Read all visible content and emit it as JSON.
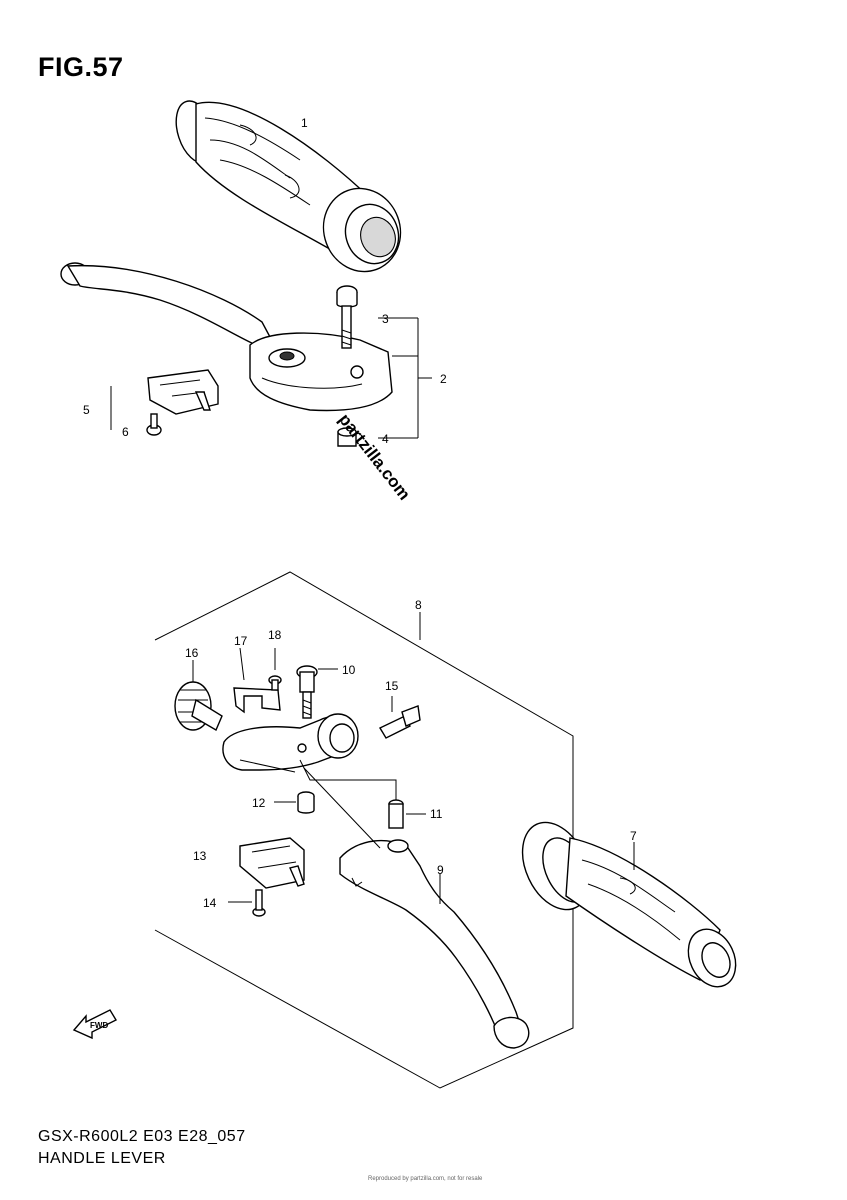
{
  "figure_title": "FIG.57",
  "footer": {
    "code": "GSX-R600L2 E03 E28_057",
    "name": "HANDLE LEVER",
    "fine_print": "Reproduced by partzilla.com, not for resale"
  },
  "watermark": "partzilla.com",
  "fwd_label": "FWD",
  "callouts": {
    "c1": "1",
    "c2": "2",
    "c3": "3",
    "c4": "4",
    "c5": "5",
    "c6": "6",
    "c7": "7",
    "c8": "8",
    "c9": "9",
    "c10": "10",
    "c11": "11",
    "c12": "12",
    "c13": "13",
    "c14": "14",
    "c15": "15",
    "c16": "16",
    "c17": "17",
    "c18": "18"
  }
}
